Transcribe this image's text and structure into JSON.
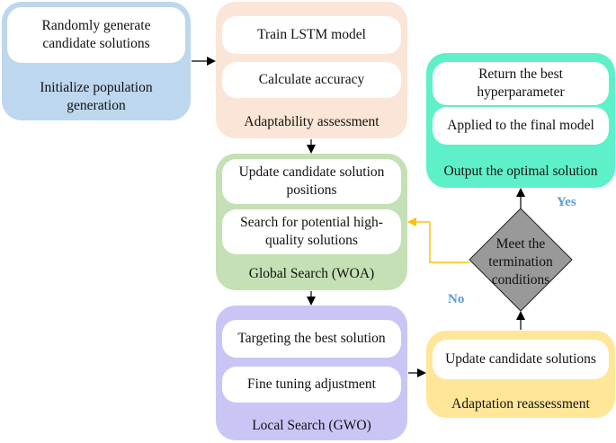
{
  "init": {
    "step": "Randomly generate candidate solutions",
    "caption": "Initialize population generation"
  },
  "adapt": {
    "step1": "Train LSTM model",
    "step2": "Calculate accuracy",
    "caption": "Adaptability assessment"
  },
  "woa": {
    "step1": "Update candidate solution positions",
    "step2": "Search for potential high-quality solutions",
    "caption": "Global Search (WOA)"
  },
  "gwo": {
    "step1": "Targeting the best solution",
    "step2": "Fine tuning adjustment",
    "caption": "Local Search (GWO)"
  },
  "reassess": {
    "step": "Update candidate solutions",
    "caption": "Adaptation reassessment"
  },
  "output": {
    "step1": "Return the best hyperparameter",
    "step2": "Applied to the final model",
    "caption": "Output the optimal solution"
  },
  "decision": {
    "text": "Meet the termination conditions"
  },
  "labels": {
    "yes": "Yes",
    "no": "No"
  },
  "colors": {
    "blue": "#bdd7ee",
    "peach": "#fbe5d6",
    "green": "#c5e0b4",
    "lavender": "#c9c6f6",
    "yellow": "#ffe699",
    "teal": "#5ef0c8",
    "diamond": "#999999",
    "no_arrow": "#ffc000",
    "label": "#5b9bd5"
  }
}
